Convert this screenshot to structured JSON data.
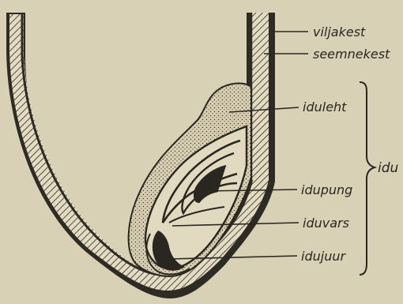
{
  "diagram": {
    "labels": {
      "viljakest": "viljakest",
      "seemnekest": "seemnekest",
      "iduleht": "iduleht",
      "idupung": "idupung",
      "iduvars": "iduvars",
      "idujuur": "idujuur",
      "idu": "idu"
    },
    "colors": {
      "paper": "#d9d1b6",
      "ink": "#2a2620",
      "cotyledon": "#cfc6a6"
    }
  }
}
